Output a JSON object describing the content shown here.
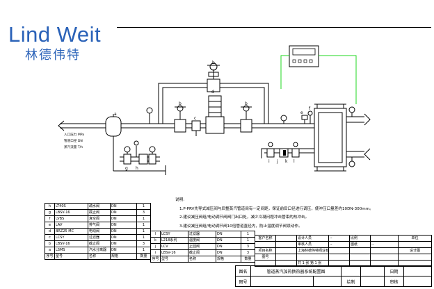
{
  "header": {
    "logo_en": "Lind Weit",
    "logo_zh": "林德伟特"
  },
  "colors": {
    "logo_blue": "#2a62b8",
    "signal_green": "#1fd71f",
    "line": "#000000"
  },
  "diagram": {
    "inlet_labels": {
      "pressure": "入口压力 MPa",
      "diameter": "管道口径 DN",
      "flow": "蒸汽流量 T/h"
    },
    "tags": {
      "a": "a",
      "b1": "b",
      "b2": "b",
      "b3": "b",
      "c": "c",
      "d": "d",
      "e": "e",
      "f": "f",
      "g": "g",
      "h": "h",
      "i": "i",
      "j": "j",
      "k": "k",
      "l": "l"
    },
    "controller_icon": "digital-controller-icon",
    "heat_exchanger_icon": "plate-heat-exchanger-icon"
  },
  "notes": {
    "title": "说明:",
    "lines": [
      "1.P-PRV先导式减压阀与后整蒸汽管道间有一定间距，保证前后口径进行调压，使冲压口量差约10DN-300mm。",
      "2.建议减压阀组/电动调节阀阀门出口处，减少冷凝问题冲击管束的热冲击。",
      "3.建议减压阀组/电动调节阀10倍管道直径内，防止温度调节阀误动作。"
    ]
  },
  "parts_main": {
    "rows": [
      [
        "h",
        "LT40S",
        "疏水阀",
        "DN",
        "1"
      ],
      [
        "g",
        "LBSV-16",
        "截止阀",
        "DN",
        "3"
      ],
      [
        "f",
        "LVBS",
        "真空阀",
        "DN",
        "1"
      ],
      [
        "e",
        "LAV",
        "排气阀",
        "DN",
        "1"
      ],
      [
        "d",
        "BRZ25 MC",
        "电动阀",
        "DN",
        "1"
      ],
      [
        "c",
        "LCSY",
        "过滤器",
        "DN",
        "1"
      ],
      [
        "b",
        "LBSV-16",
        "截止阀",
        "DN",
        "3"
      ],
      [
        "a",
        "LSMS",
        "汽水分离器",
        "DN",
        "1"
      ],
      [
        "序号",
        "型号",
        "名称",
        "规格",
        "数量"
      ]
    ]
  },
  "parts_mid": {
    "rows": [
      [
        "l",
        "LCSY",
        "过滤器",
        "DN",
        "1"
      ],
      [
        "k",
        "L218系列",
        "温度阀",
        "DN",
        "1"
      ],
      [
        "j",
        "LCV",
        "止回阀",
        "DN",
        "3"
      ],
      [
        "i",
        "LBSV-16",
        "截止阀",
        "DN",
        "3"
      ],
      [
        "序号",
        "型号",
        "名称",
        "规格",
        "数量"
      ]
    ]
  },
  "title_block": {
    "rows": [
      [
        "客户名称",
        "",
        "设计人员",
        "--",
        "比例",
        "",
        "单位"
      ],
      [
        "",
        "",
        "审核人员",
        "--",
        "图纸",
        "--",
        ""
      ],
      [
        "项目名称",
        "",
        "上海林德伟特阀业有限公司",
        "",
        "",
        "",
        "设计图"
      ],
      [
        "图号",
        "",
        "",
        "",
        "",
        "",
        ""
      ],
      [
        "",
        "",
        "共 1 张 第 1 张",
        "",
        "",
        "",
        ""
      ]
    ]
  },
  "bottom_block": {
    "name_label": "图名",
    "name_value": "管道蒸汽加热换热器系统配置图",
    "date_label": "日期",
    "number_label": "图号",
    "drafter_label": "绘制",
    "approver_label": "审核"
  }
}
